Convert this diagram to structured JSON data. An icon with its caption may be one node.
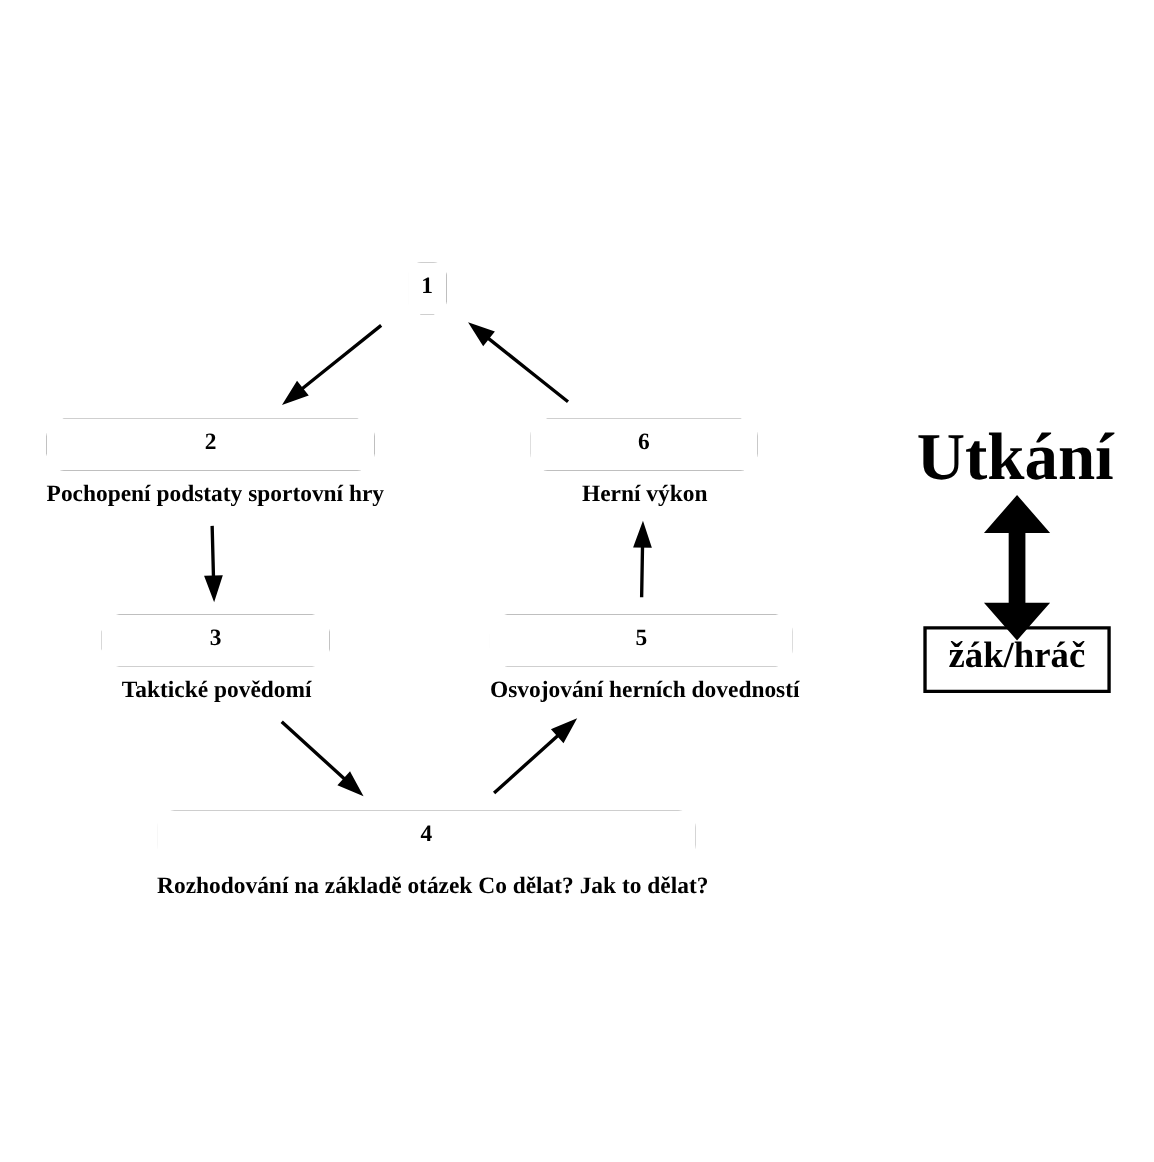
{
  "diagram": {
    "nodes": [
      {
        "text": [
          "1"
        ]
      },
      {
        "text": [
          "2"
        ],
        "beside": [
          "Pochopení podstaty sportovní hry"
        ]
      },
      {
        "text": [
          "3"
        ],
        "beside": [
          "Taktické povědomí"
        ]
      },
      {
        "text": [
          "4"
        ],
        "beside": [
          "Rozhodování na základě otázek Co dělat? Jak to dělat?"
        ]
      },
      {
        "text": [
          "5"
        ],
        "beside": [
          "Osvojování herních dovedností"
        ]
      },
      {
        "text": [
          "6"
        ],
        "beside": [
          "Herní výkon"
        ]
      },
      {
        "text": [
          "Utkání"
        ]
      },
      {
        "text": [
          "žák/hráč"
        ]
      }
    ],
    "edges": [
      {
        "from": 0,
        "to": 1,
        "arrow": "to"
      },
      {
        "from": 1,
        "to": 2,
        "arrow": "to"
      },
      {
        "from": 2,
        "to": 3,
        "arrow": "to"
      },
      {
        "from": 3,
        "to": 4,
        "arrow": "to"
      },
      {
        "from": 4,
        "to": 5,
        "arrow": "to"
      },
      {
        "from": 5,
        "to": 0,
        "arrow": "to"
      },
      {
        "from": 6,
        "to": 7,
        "arrow": "both",
        "style": "thick"
      }
    ]
  }
}
